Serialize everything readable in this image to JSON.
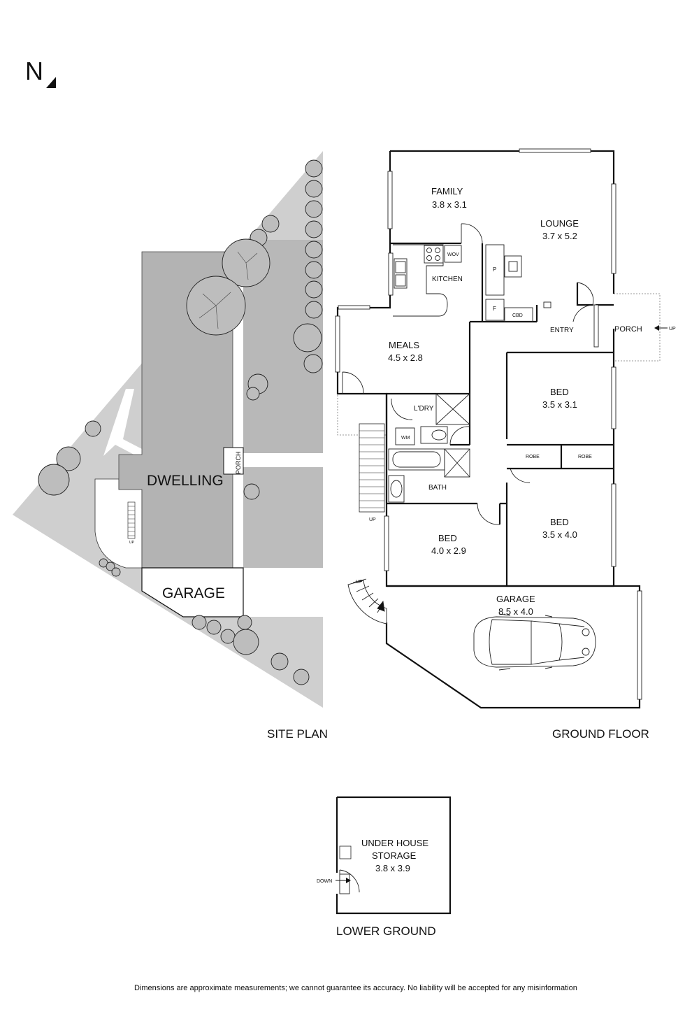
{
  "compass": {
    "letter": "N"
  },
  "site_plan": {
    "title": "SITE PLAN",
    "dwelling": "DWELLING",
    "garage": "GARAGE",
    "porch": "PORCH",
    "up": "UP"
  },
  "ground_floor": {
    "title": "GROUND FLOOR",
    "rooms": {
      "family": {
        "name": "FAMILY",
        "size": "3.8 x 3.1"
      },
      "lounge": {
        "name": "LOUNGE",
        "size": "3.7 x 5.2"
      },
      "kitchen": {
        "name": "KITCHEN"
      },
      "meals": {
        "name": "MEALS",
        "size": "4.5 x 2.8"
      },
      "laundry": {
        "name": "L'DRY"
      },
      "bath": {
        "name": "BATH"
      },
      "bed1": {
        "name": "BED",
        "size": "3.5 x 3.1"
      },
      "bed2": {
        "name": "BED",
        "size": "3.5 x 4.0"
      },
      "bed3": {
        "name": "BED",
        "size": "4.0 x 2.9"
      },
      "garage": {
        "name": "GARAGE",
        "size": "8.5 x 4.0"
      },
      "entry": {
        "name": "ENTRY"
      },
      "porch": {
        "name": "PORCH"
      }
    },
    "fixtures": {
      "wov": "WOV",
      "pantry": "P",
      "fridge": "F",
      "cbd": "CBD",
      "wm": "WM",
      "robe1": "ROBE",
      "robe2": "ROBE",
      "up_porch": "UP",
      "up_stair": "UP",
      "up_garage": "UP"
    }
  },
  "lower_ground": {
    "title": "LOWER GROUND",
    "room": {
      "name": "UNDER HOUSE",
      "name2": "STORAGE",
      "size": "3.8 x 3.9"
    },
    "down": "DOWN"
  },
  "disclaimer": "Dimensions are approximate measurements; we cannot guarantee its accuracy. No liability will be accepted for any misinformation"
}
